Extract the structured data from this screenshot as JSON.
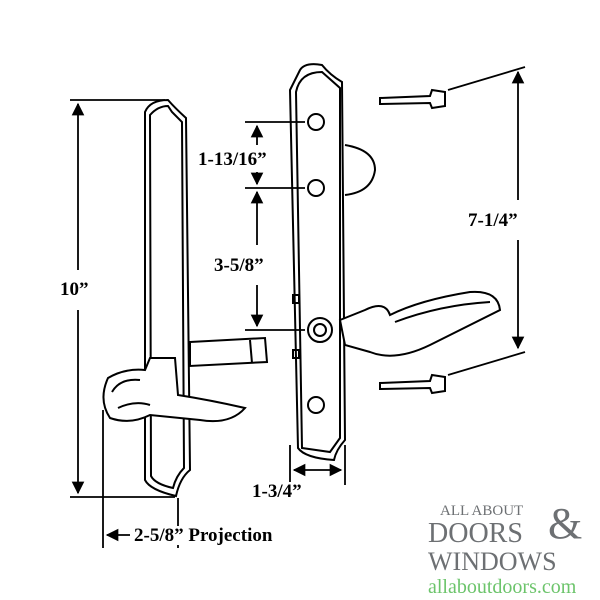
{
  "dimensions": {
    "height": "10”",
    "projection": "2-5/8” Projection",
    "top_spacing": "1-13/16”",
    "spindle_spacing": "3-5/8”",
    "width": "1-3/4”",
    "screw_spacing": "7-1/4”"
  },
  "logo": {
    "line1": "ALL ABOUT",
    "line2": "DOORS",
    "ampersand": "&",
    "line3": "WINDOWS",
    "website": "allaboutdoors.com"
  },
  "colors": {
    "logo_gray": "#6d7073",
    "logo_green": "#6cc46b"
  }
}
